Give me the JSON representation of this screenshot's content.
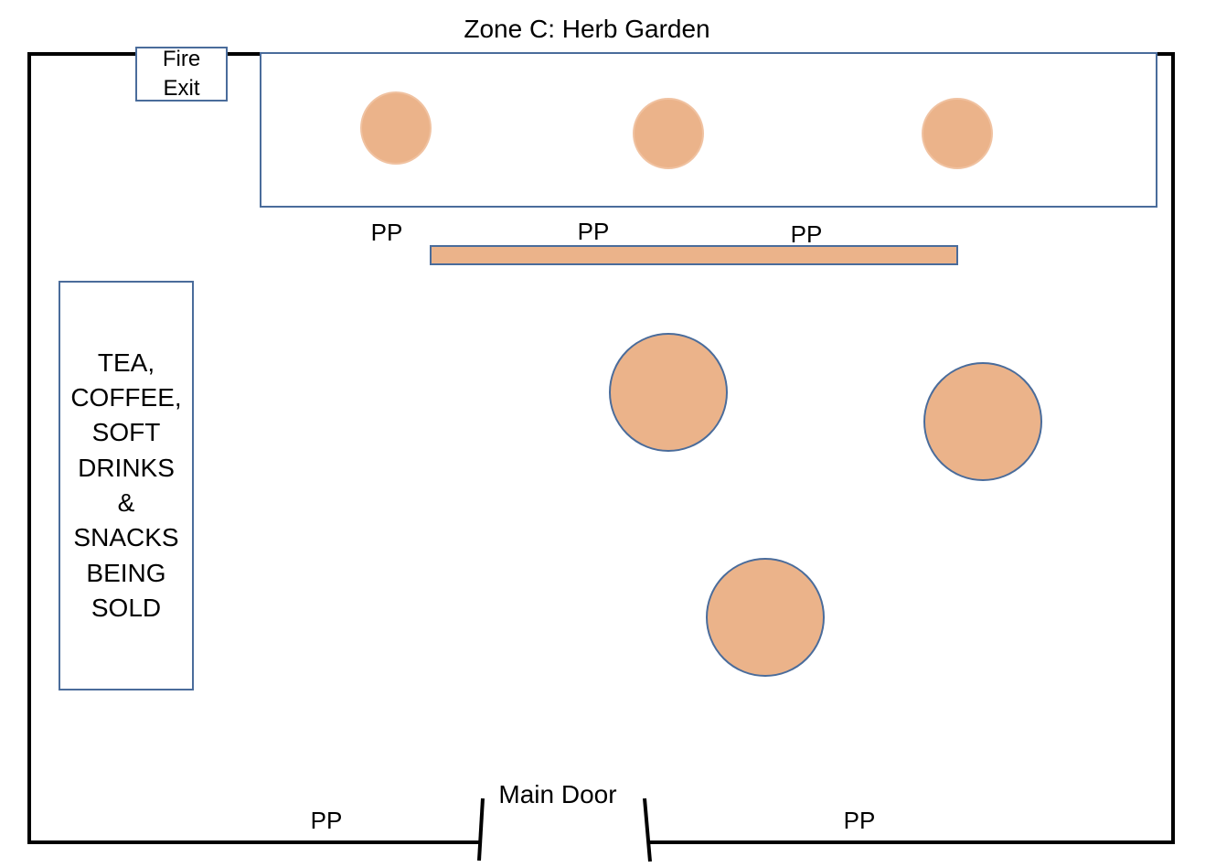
{
  "title": "Zone C: Herb Garden",
  "fire_exit": {
    "lines": [
      "Fire",
      "Exit"
    ]
  },
  "stall": {
    "lines": [
      "TEA,",
      "COFFEE,",
      "SOFT",
      "DRINKS",
      "&",
      "SNACKS",
      "BEING",
      "SOLD"
    ]
  },
  "power_points": [
    "PP",
    "PP",
    "PP",
    "PP",
    "PP"
  ],
  "main_door": "Main Door",
  "colors": {
    "wall": "#000000",
    "outline": "#4a6c9b",
    "pot_fill": "#ebb38a",
    "pot_outline_small": "#f0c2a1",
    "table_outline": "#4a6c9b"
  }
}
